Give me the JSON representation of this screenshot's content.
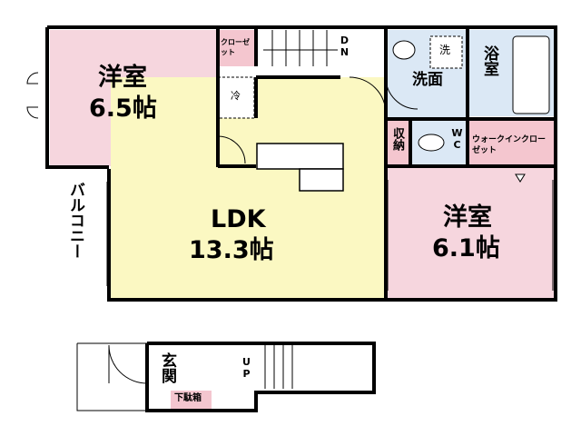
{
  "rooms": {
    "western_room_1": {
      "name": "洋室",
      "size": "6.5帖"
    },
    "western_room_2": {
      "name": "洋室",
      "size": "6.1帖"
    },
    "ldk": {
      "name": "LDK",
      "size": "13.3帖"
    },
    "balcony": "バルコニー",
    "washroom": "洗面",
    "bathroom": "浴室",
    "toilet": "WC",
    "storage": "収納",
    "walk_in_closet": "ウォークインクローゼット",
    "closet": "クローゼット",
    "entrance": "玄関",
    "shoe_box": "下駄箱"
  },
  "symbols": {
    "fridge": "冷",
    "washing_machine": "洗",
    "stairs_down": "DN",
    "stairs_up": "UP"
  },
  "colors": {
    "bedroom": "#f6d6de",
    "ldk": "#fbf8c2",
    "water": "#dbe8f5",
    "closet": "#f4c6cf",
    "wall": "#000000",
    "white": "#ffffff"
  }
}
